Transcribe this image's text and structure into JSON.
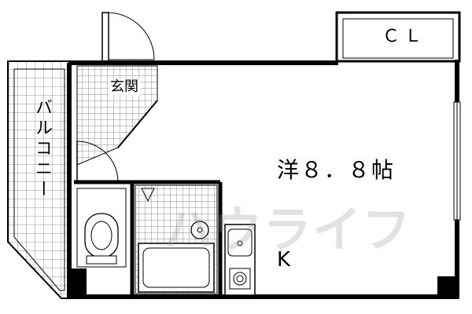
{
  "rooms": {
    "main_room": "洋８．８帖",
    "kitchen": "K",
    "closet": "ＣＬ",
    "entrance": "玄関",
    "balcony": "バルコニー"
  },
  "watermark": "ハウライフ"
}
